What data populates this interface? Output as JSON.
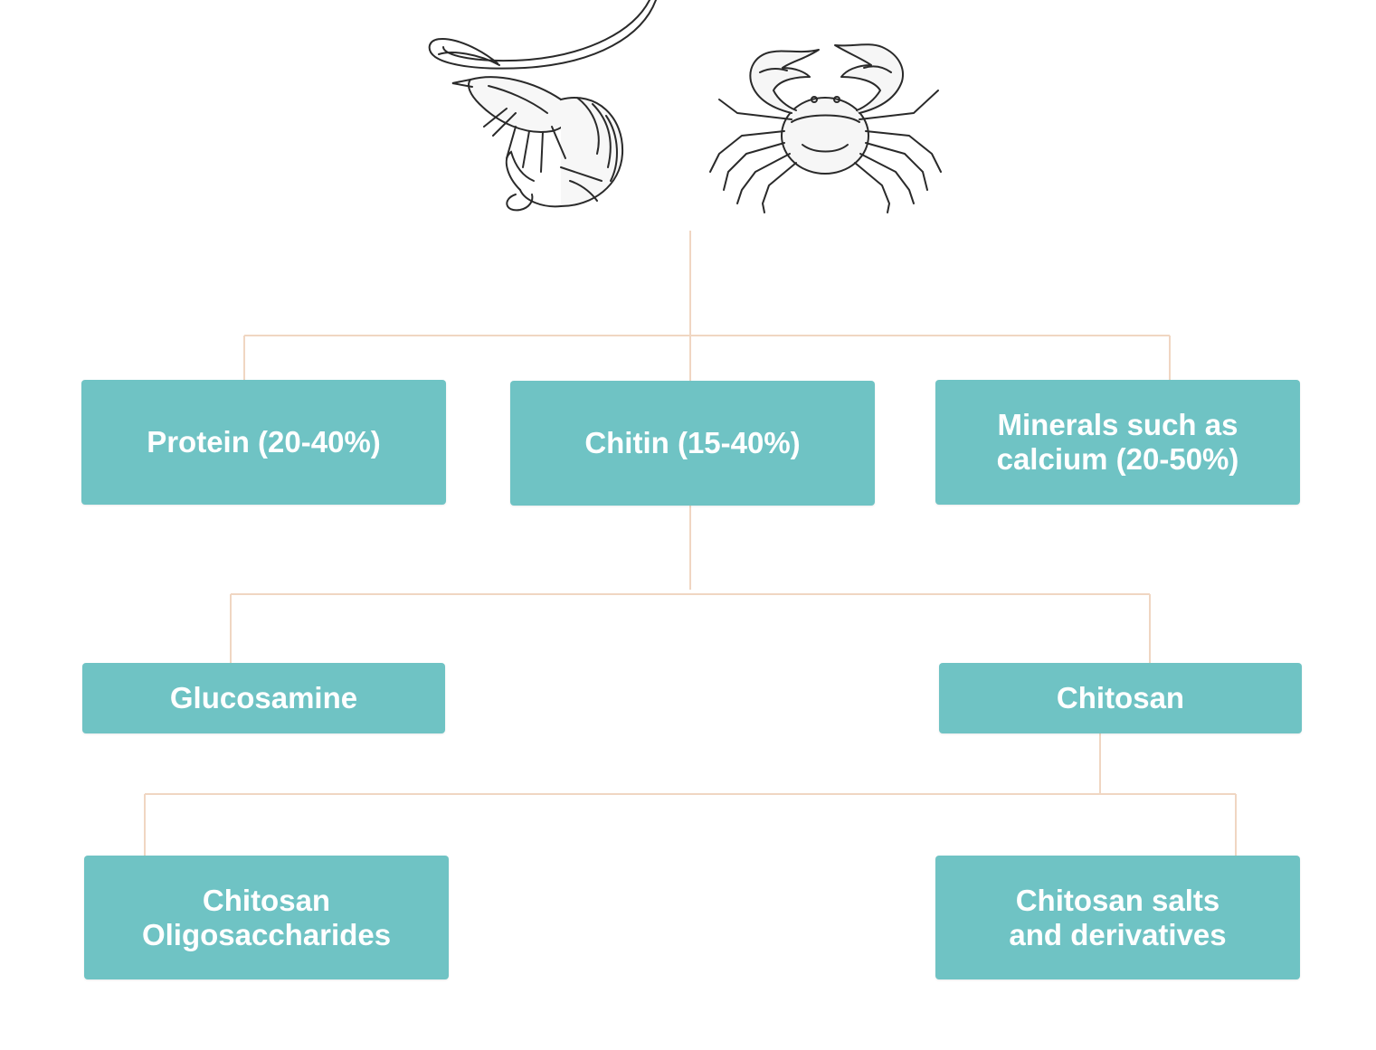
{
  "illustrations": {
    "shrimp": "shrimp-illustration",
    "crab": "crab-illustration"
  },
  "nodes": {
    "protein": "Protein (20-40%)",
    "chitin": "Chitin (15-40%)",
    "minerals": "Minerals such as\ncalcium (20-50%)",
    "glucosamine": "Glucosamine",
    "chitosan": "Chitosan",
    "oligosaccharides": "Chitosan\nOligosaccharides",
    "salts": "Chitosan salts\nand derivatives"
  },
  "colors": {
    "box": "#6fc3c4",
    "text": "#ffffff",
    "connector": "#f0d6c2",
    "ink": "#2a2a2a"
  }
}
